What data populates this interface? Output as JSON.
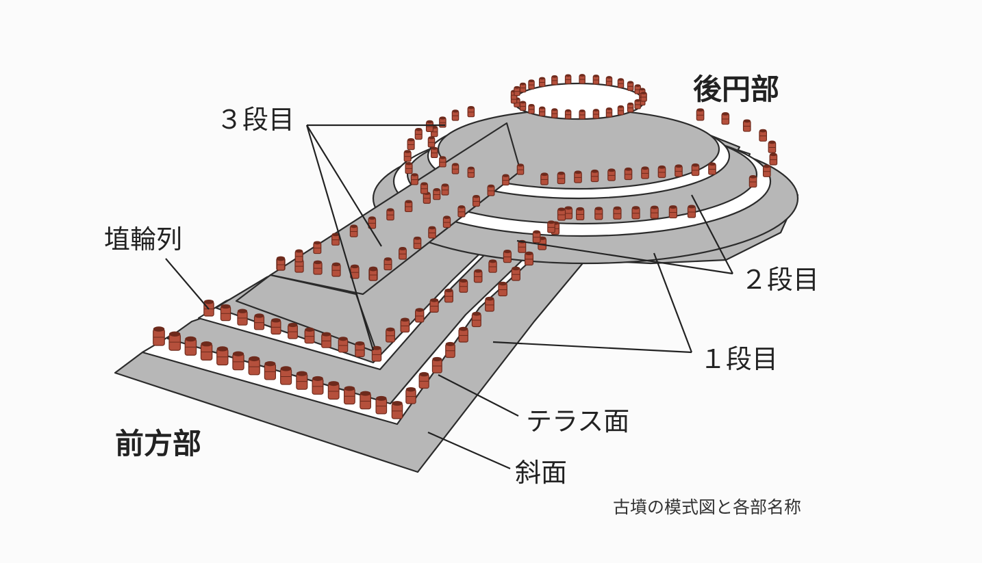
{
  "labels": {
    "korenbu": "後円部",
    "zenpobu": "前方部",
    "dan3": "３段目",
    "dan2": "２段目",
    "dan1": "１段目",
    "haniwa": "埴輪列",
    "terrace": "テラス面",
    "slope": "斜面"
  },
  "caption": "古墳の模式図と各部名称",
  "colors": {
    "background": "#fbfbfb",
    "slope_gray": "#b7b7b7",
    "terrace_white": "#ffffff",
    "outline": "#2b2b2b",
    "haniwa_red": "#b5503c",
    "haniwa_dark": "#6e2a1c",
    "leader_line": "#222222"
  }
}
